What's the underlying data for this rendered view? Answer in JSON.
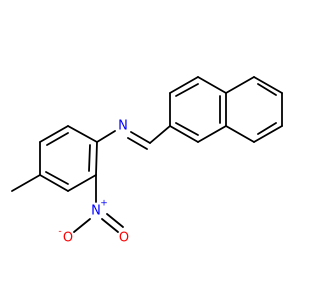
{
  "molecule": {
    "atoms": {
      "imine_n": {
        "symbol": "N",
        "color": "#0000ff"
      },
      "nitro_n": {
        "symbol": "N",
        "charge": "+",
        "color": "#0000ff"
      },
      "nitro_o_single": {
        "symbol": "O",
        "charge": "-",
        "color": "#ff0000"
      },
      "nitro_o_double": {
        "symbol": "O",
        "color": "#ff0000"
      }
    }
  }
}
